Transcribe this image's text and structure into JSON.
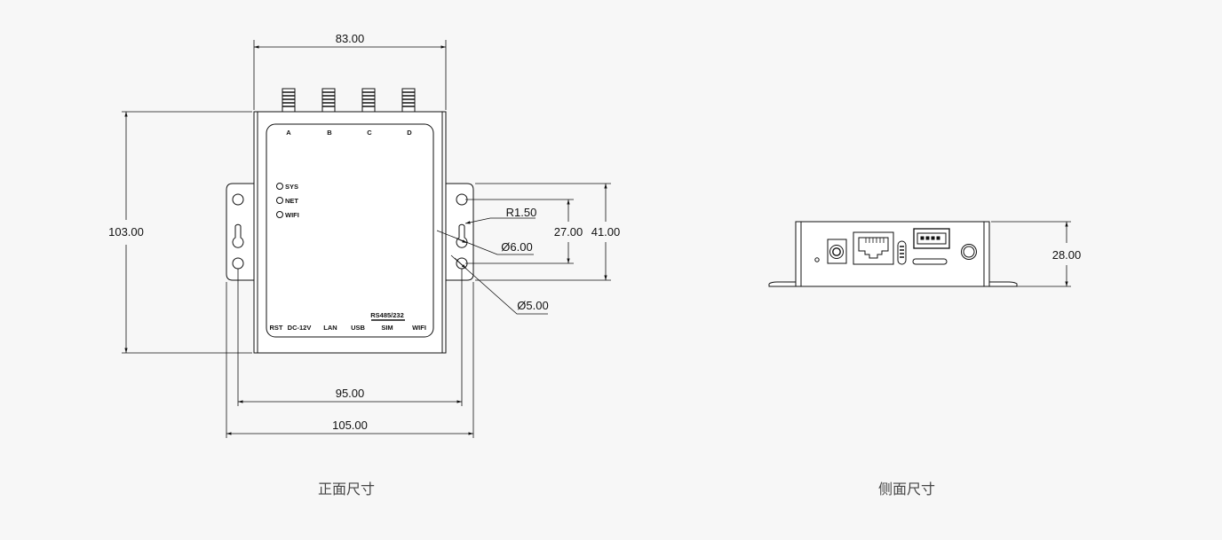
{
  "front_view": {
    "caption": "正面尺寸",
    "antenna_labels": [
      "A",
      "B",
      "C",
      "D"
    ],
    "led_labels": [
      "SYS",
      "NET",
      "WIFI"
    ],
    "port_labels": [
      "RST",
      "DC-12V",
      "LAN",
      "USB",
      "SIM",
      "WIFI"
    ],
    "rs485_label": "RS485/232",
    "dimensions": {
      "top_width": "83.00",
      "height": "103.00",
      "hole_spacing": "95.00",
      "total_width": "105.00",
      "radius": "R1.50",
      "slot_diameter": "Ø6.00",
      "hole_diameter": "Ø5.00",
      "inner_height": "27.00",
      "flange_height": "41.00"
    }
  },
  "side_view": {
    "caption": "侧面尺寸",
    "dimensions": {
      "height": "28.00"
    }
  }
}
